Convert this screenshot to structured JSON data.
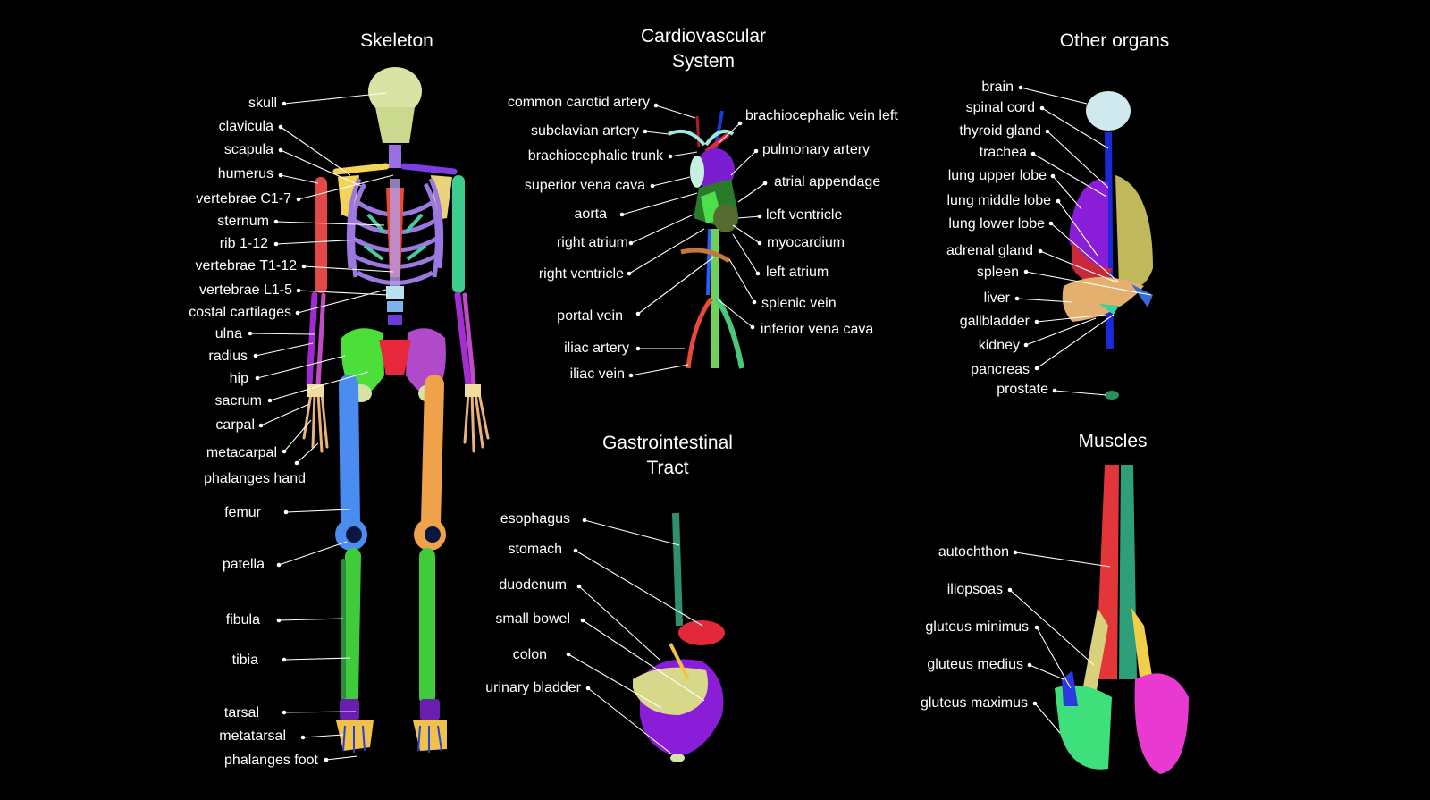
{
  "panels": [
    {
      "id": "skeleton",
      "title": "Skeleton",
      "labels": [
        "skull",
        "clavicula",
        "scapula",
        "humerus",
        "vertebrae C1-7",
        "sternum",
        "rib 1-12",
        "vertebrae T1-12",
        "vertebrae L1-5",
        "costal cartilages",
        "ulna",
        "radius",
        "hip",
        "sacrum",
        "carpal",
        "metacarpal",
        "phalanges hand",
        "femur",
        "patella",
        "fibula",
        "tibia",
        "tarsal",
        "metatarsal",
        "phalanges foot"
      ]
    },
    {
      "id": "cardio",
      "title": "Cardiovascular\nSystem",
      "labels": [
        "common carotid artery",
        "subclavian artery",
        "brachiocephalic trunk",
        "superior vena cava",
        "aorta",
        "right atrium",
        "right ventricle",
        "portal vein",
        "iliac artery",
        "iliac vein",
        "brachiocephalic vein left",
        "pulmonary artery",
        "atrial appendage",
        "left ventricle",
        "myocardium",
        "left atrium",
        "splenic vein",
        "inferior vena cava"
      ]
    },
    {
      "id": "organs",
      "title": "Other organs",
      "labels": [
        "brain",
        "spinal cord",
        "thyroid gland",
        "trachea",
        "lung upper lobe",
        "lung middle lobe",
        "lung lower lobe",
        "adrenal gland",
        "spleen",
        "liver",
        "gallbladder",
        "kidney",
        "pancreas",
        "prostate"
      ]
    },
    {
      "id": "gi",
      "title": "Gastrointestinal\nTract",
      "labels": [
        "esophagus",
        "stomach",
        "duodenum",
        "small bowel",
        "colon",
        "urinary bladder"
      ]
    },
    {
      "id": "muscles",
      "title": "Muscles",
      "labels": [
        "autochthon",
        "iliopsoas",
        "gluteus minimus",
        "gluteus medius",
        "gluteus maximus"
      ]
    }
  ],
  "colors": {
    "background": "#000000",
    "text": "#ffffff",
    "leader": "#ffffff"
  }
}
